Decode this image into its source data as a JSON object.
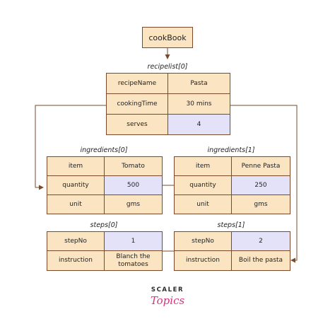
{
  "root": {
    "label": "cookBook"
  },
  "recipe": {
    "title": "recipelist[0]",
    "rows": [
      {
        "key": "recipeName",
        "value": "Pasta"
      },
      {
        "key": "cookingTime",
        "value": "30 mins"
      },
      {
        "key": "serves",
        "value": "4"
      }
    ]
  },
  "ingredients": [
    {
      "title": "ingredients[0]",
      "rows": [
        {
          "key": "item",
          "value": "Tomato"
        },
        {
          "key": "quantity",
          "value": "500"
        },
        {
          "key": "unit",
          "value": "gms"
        }
      ]
    },
    {
      "title": "ingredients[1]",
      "rows": [
        {
          "key": "item",
          "value": "Penne Pasta"
        },
        {
          "key": "quantity",
          "value": "250"
        },
        {
          "key": "unit",
          "value": "gms"
        }
      ]
    }
  ],
  "steps": [
    {
      "title": "steps[0]",
      "rows": [
        {
          "key": "stepNo",
          "value": "1"
        },
        {
          "key": "instruction",
          "value": "Blanch the tomatoes"
        }
      ]
    },
    {
      "title": "steps[1]",
      "rows": [
        {
          "key": "stepNo",
          "value": "2"
        },
        {
          "key": "instruction",
          "value": "Boil the pasta"
        }
      ]
    }
  ],
  "brand": {
    "line1": "SCALER",
    "line2": "Topics"
  },
  "colors": {
    "box_fill": "#fbe4c1",
    "box_border": "#7a4a2a",
    "highlight_fill": "#e4e2f9",
    "brand_pink": "#d8327e"
  }
}
